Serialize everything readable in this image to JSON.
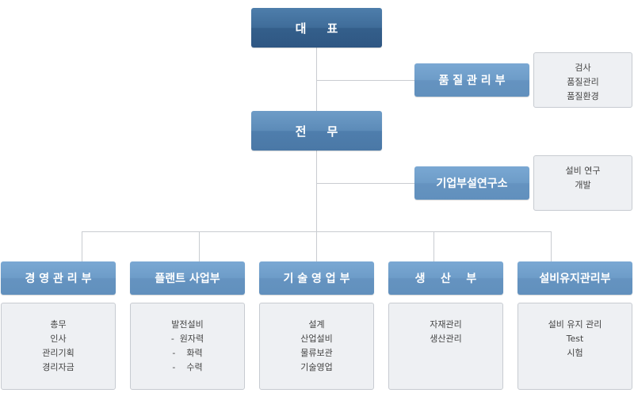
{
  "top": {
    "label": "대     표"
  },
  "second": {
    "label": "전     무"
  },
  "side_units": [
    {
      "label": "품 질 관 리 부",
      "details": [
        "검사",
        "품질관리",
        "품질환경"
      ]
    },
    {
      "label": "기업부설연구소",
      "details": [
        "설비 연구",
        "개발"
      ]
    }
  ],
  "departments": [
    {
      "label": "경 영 관 리 부",
      "duties": [
        "총무",
        "인사",
        "관리기획",
        "경리자금"
      ]
    },
    {
      "label": "플랜트 사업부",
      "duties": [
        "발전설비",
        "-  원자력",
        "-    화력",
        "-    수력"
      ]
    },
    {
      "label": "기 술 영 업 부",
      "duties": [
        "설계",
        "산업설비",
        "물류보관",
        "기술영업"
      ]
    },
    {
      "label": "생    산    부",
      "duties": [
        "자재관리",
        "생산관리"
      ]
    },
    {
      "label": "설비유지관리부",
      "duties": [
        "설비 유지 관리",
        "Test",
        "시험"
      ]
    }
  ]
}
